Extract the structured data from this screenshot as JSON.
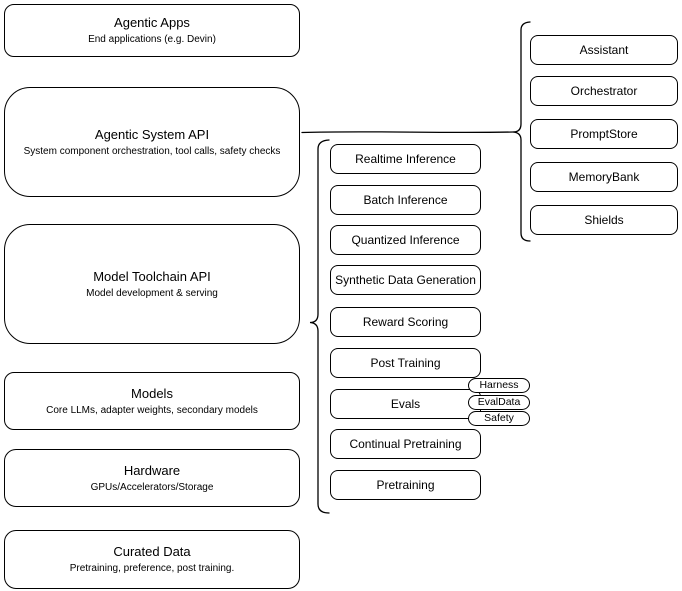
{
  "diagram": {
    "left_column": [
      {
        "title": "Agentic Apps",
        "subtitle": "End applications (e.g. Devin)"
      },
      {
        "title": "Agentic System API",
        "subtitle": "System component orchestration, tool calls, safety checks"
      },
      {
        "title": "Model Toolchain API",
        "subtitle": "Model development & serving"
      },
      {
        "title": "Models",
        "subtitle": "Core LLMs, adapter weights, secondary models"
      },
      {
        "title": "Hardware",
        "subtitle": "GPUs/Accelerators/Storage"
      },
      {
        "title": "Curated Data",
        "subtitle": "Pretraining, preference, post training."
      }
    ],
    "toolchain_items": [
      "Realtime Inference",
      "Batch Inference",
      "Quantized Inference",
      "Synthetic Data Generation",
      "Reward Scoring",
      "Post Training",
      "Evals",
      "Continual Pretraining",
      "Pretraining"
    ],
    "evals_tags": [
      "Harness",
      "EvalData",
      "Safety"
    ],
    "system_components": [
      "Assistant",
      "Orchestrator",
      "PromptStore",
      "MemoryBank",
      "Shields"
    ],
    "colors": {
      "stroke": "#000000",
      "fill": "#ffffff",
      "text": "#000000"
    }
  }
}
